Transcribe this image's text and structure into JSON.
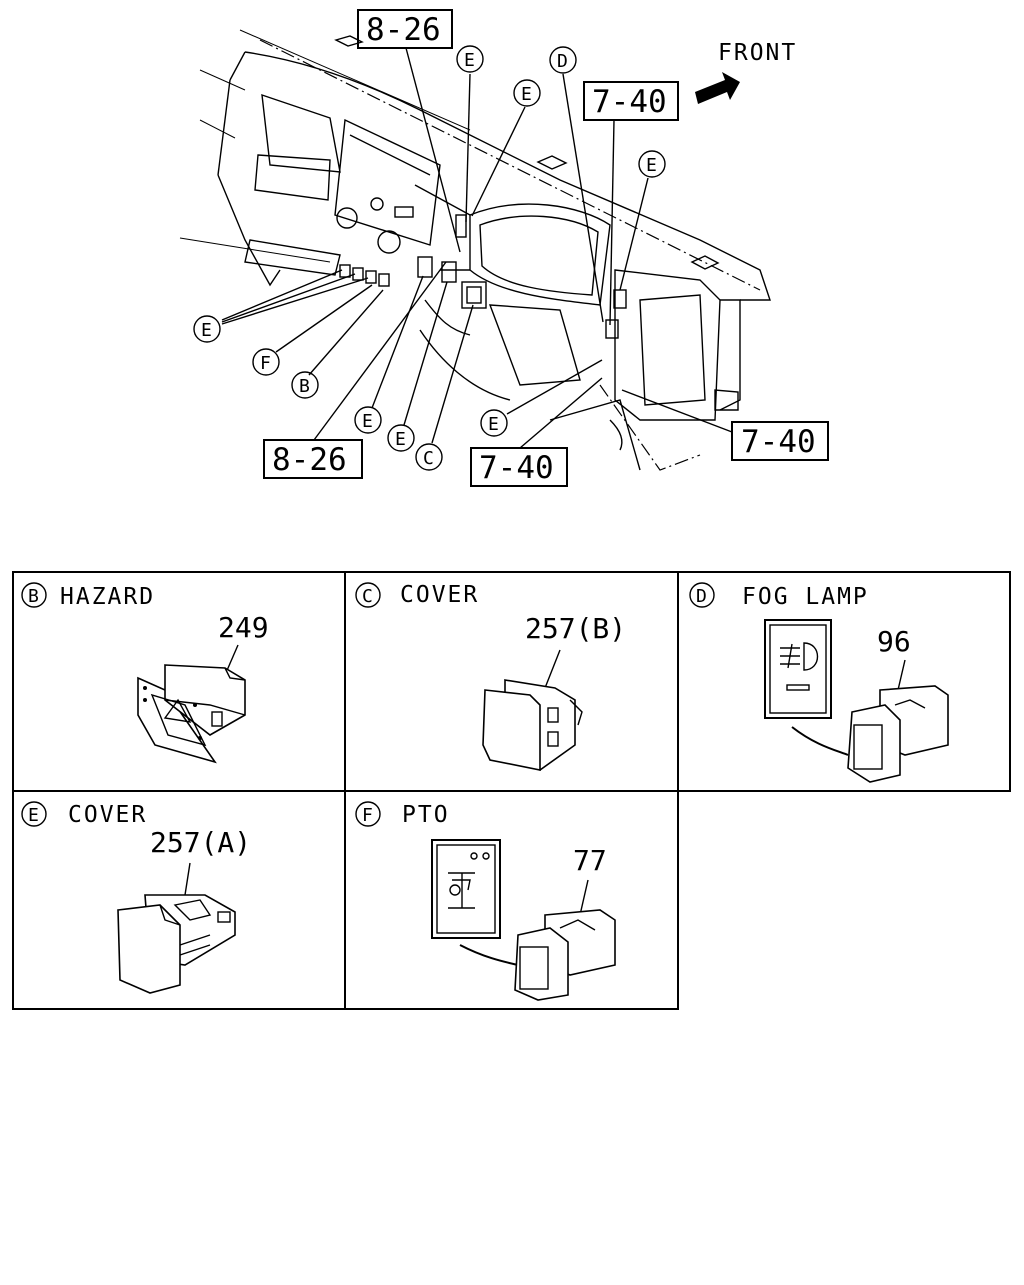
{
  "overview": {
    "front_label": "FRONT",
    "ref_boxes": [
      "8-26",
      "7-40",
      "7-40",
      "7-40",
      "8-26"
    ],
    "callouts": [
      "E",
      "E",
      "D",
      "E",
      "E",
      "F",
      "B",
      "E",
      "E",
      "C",
      "E"
    ]
  },
  "panels": [
    {
      "letter": "B",
      "title": "HAZARD",
      "part": "249"
    },
    {
      "letter": "C",
      "title": "COVER",
      "part": "257(B)"
    },
    {
      "letter": "D",
      "title": "FOG LAMP",
      "part": "96"
    },
    {
      "letter": "E",
      "title": "COVER",
      "part": "257(A)"
    },
    {
      "letter": "F",
      "title": "PTO",
      "part": "77"
    }
  ]
}
